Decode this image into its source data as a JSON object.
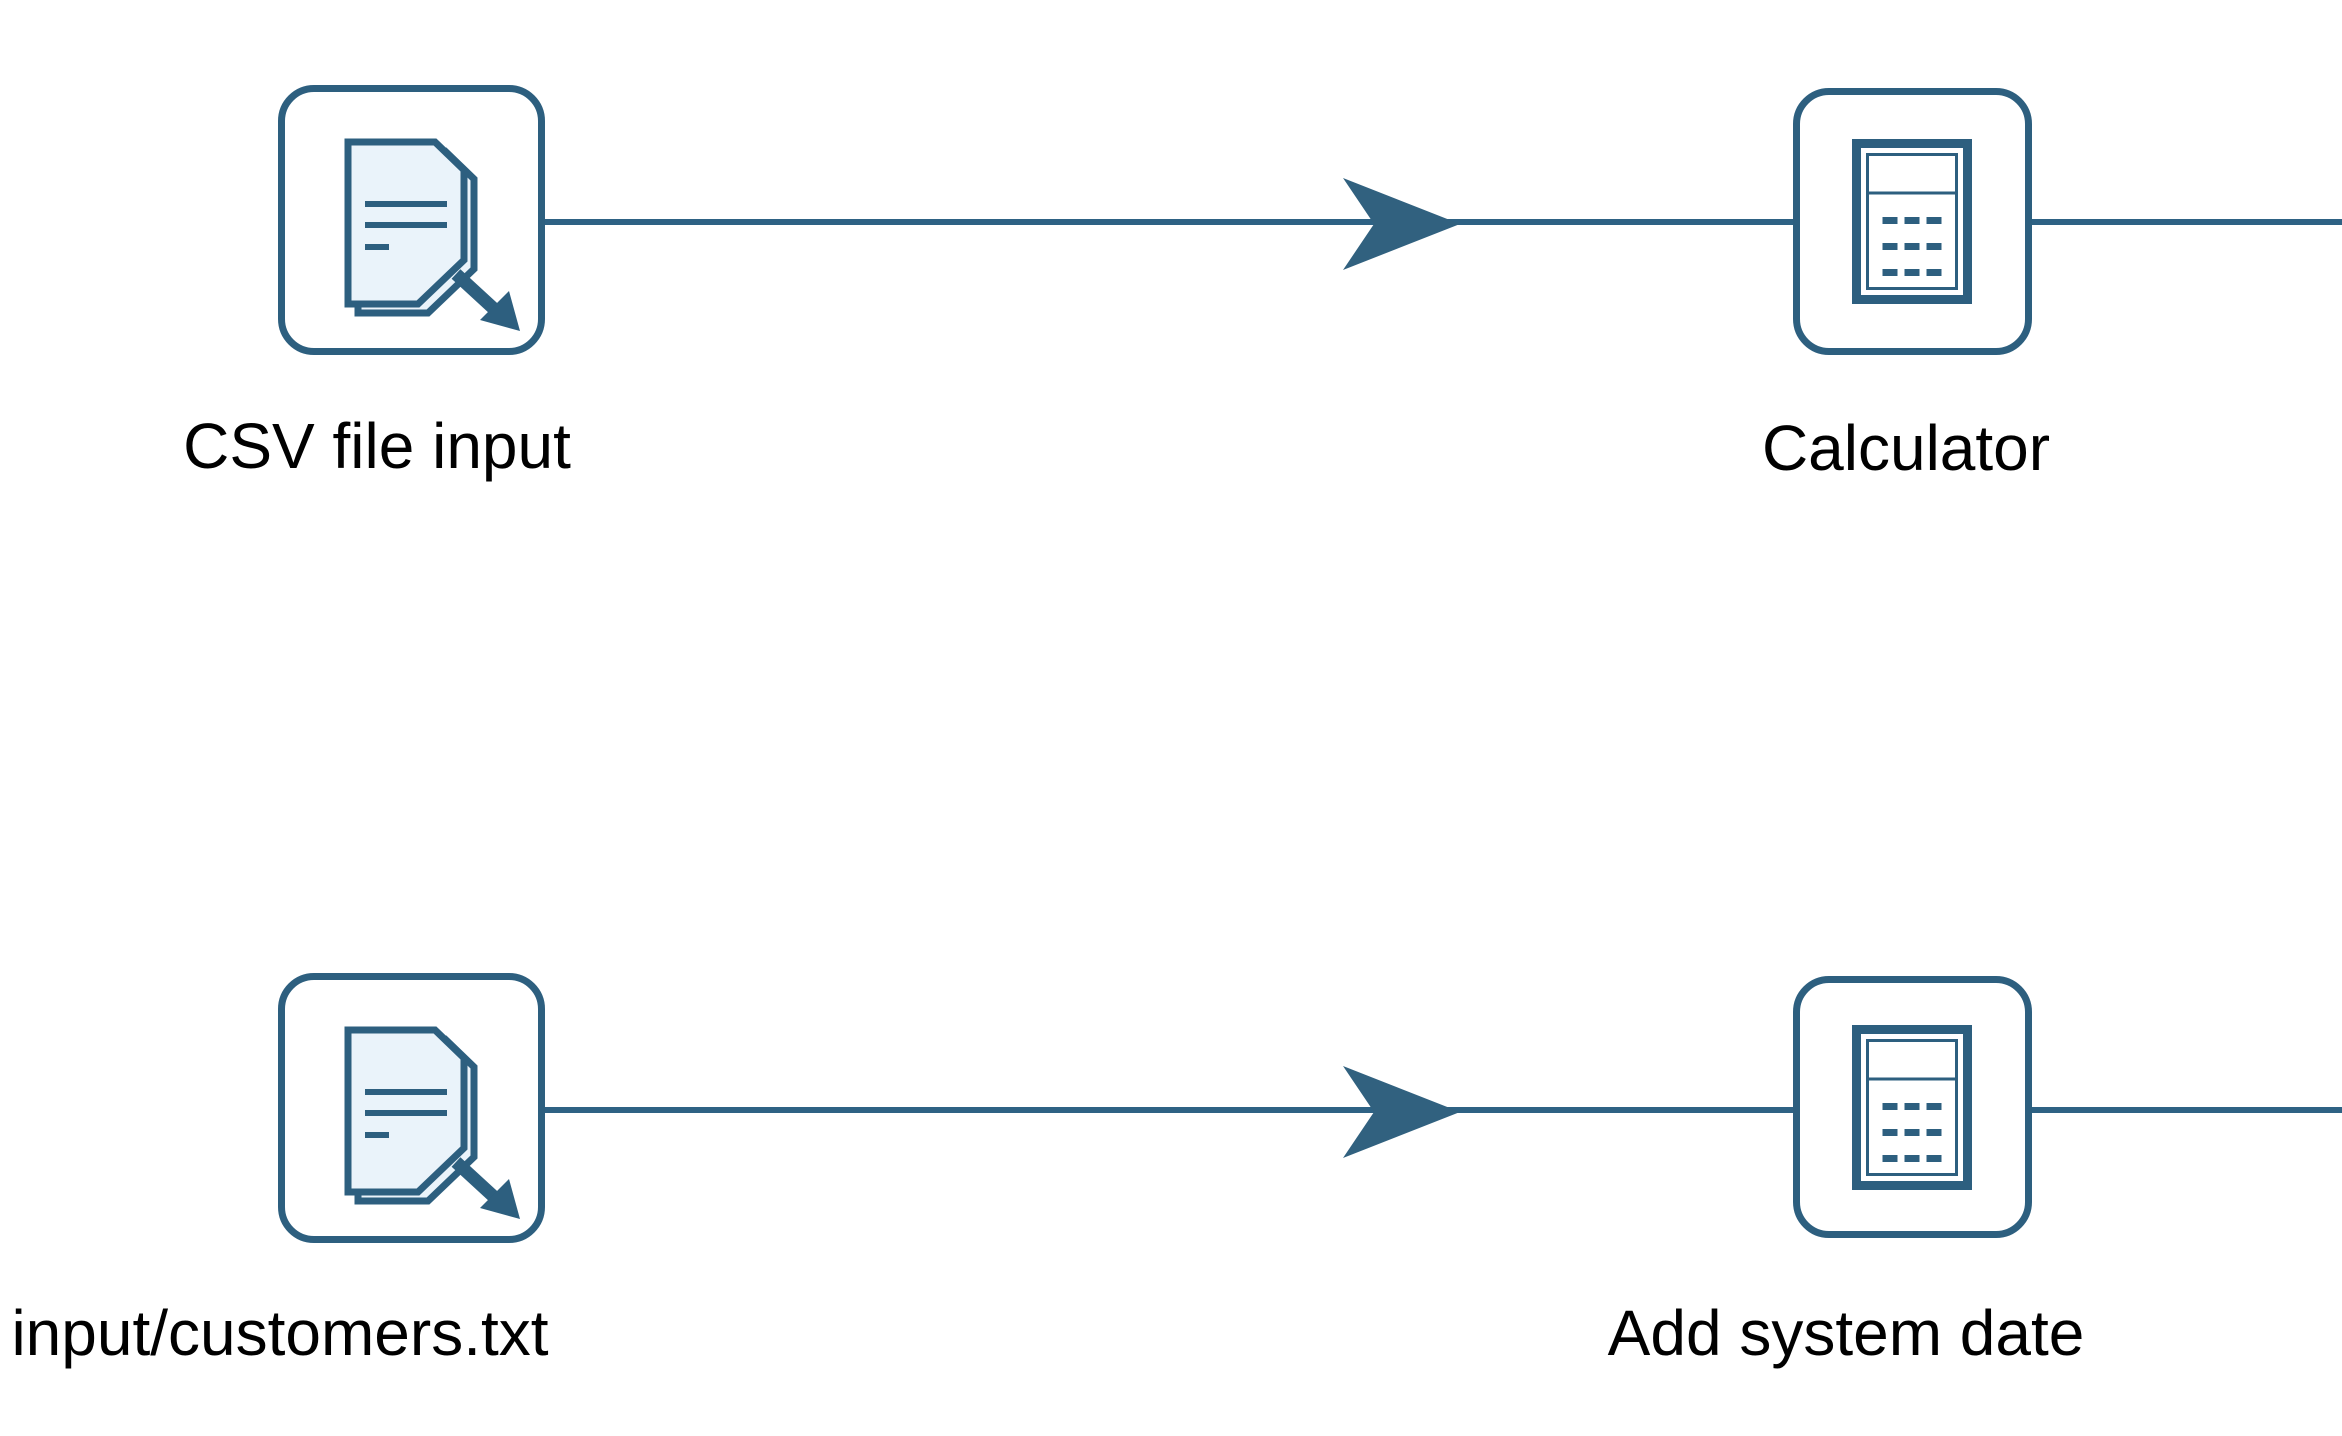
{
  "diagram": {
    "type": "etl-transformation-flow",
    "background_color": "#ffffff",
    "stroke_color": "#2d5f7f",
    "hop_line_color": "#2e6284",
    "hop_arrow_color": "#31617f",
    "document_fill_color": "#eaf3fa",
    "label_color": "#000000",
    "steps": [
      {
        "label": "CSV file input",
        "icon": "file-input-icon",
        "row": 1,
        "position": "source"
      },
      {
        "label": "Calculator",
        "icon": "calculator-icon",
        "row": 1,
        "position": "target"
      },
      {
        "label": "input/customers.txt",
        "icon": "file-input-icon",
        "row": 2,
        "position": "source"
      },
      {
        "label": "Add system date",
        "icon": "calculator-icon",
        "row": 2,
        "position": "target"
      }
    ],
    "hops": [
      {
        "from": "CSV file input",
        "to": "Calculator",
        "direction": "right",
        "continues_off_canvas_right": true
      },
      {
        "from": "input/customers.txt",
        "to": "Add system date",
        "direction": "right",
        "continues_off_canvas_right": true
      }
    ]
  }
}
